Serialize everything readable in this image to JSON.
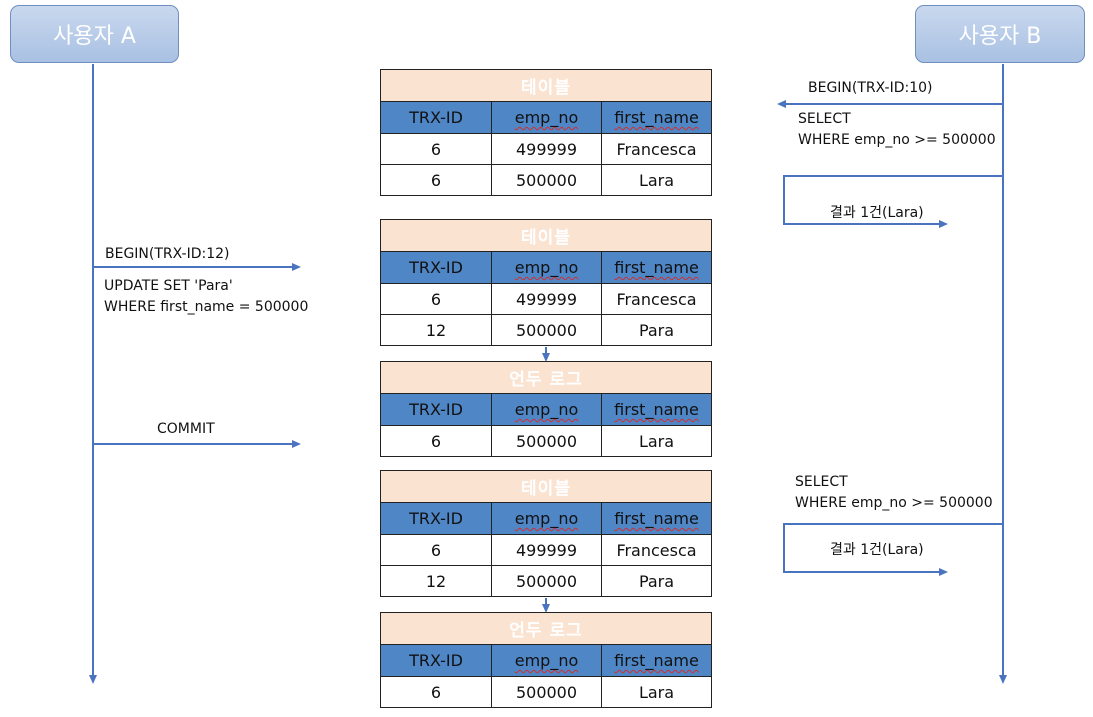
{
  "actors": {
    "a": "사용자 A",
    "b": "사용자 B"
  },
  "user_a_messages": {
    "begin": "BEGIN(TRX-ID:12)",
    "update_line1": "UPDATE SET 'Para'",
    "update_line2": "WHERE first_name = 500000",
    "commit": "COMMIT"
  },
  "user_b_messages": {
    "begin": "BEGIN(TRX-ID:10)",
    "select1_line1": "SELECT",
    "select1_line2": "WHERE emp_no >= 500000",
    "result1": "결과 1건(Lara)",
    "select2_line1": "SELECT",
    "select2_line2": "WHERE emp_no >= 500000",
    "result2": "결과 1건(Lara)"
  },
  "columns": [
    "TRX-ID",
    "emp_no",
    "first_name"
  ],
  "tables": [
    {
      "title": "테이블",
      "rows": [
        [
          "6",
          "499999",
          "Francesca"
        ],
        [
          "6",
          "500000",
          "Lara"
        ]
      ]
    },
    {
      "title": "테이블",
      "rows": [
        [
          "6",
          "499999",
          "Francesca"
        ],
        [
          "12",
          "500000",
          "Para"
        ]
      ]
    },
    {
      "title": "언두 로그",
      "rows": [
        [
          "6",
          "500000",
          "Lara"
        ]
      ]
    },
    {
      "title": "테이블",
      "rows": [
        [
          "6",
          "499999",
          "Francesca"
        ],
        [
          "12",
          "500000",
          "Para"
        ]
      ]
    },
    {
      "title": "언두 로그",
      "rows": [
        [
          "6",
          "500000",
          "Lara"
        ]
      ]
    }
  ],
  "colors": {
    "line": "#4a74c0",
    "title_bg": "#fbe3d2",
    "header_bg": "#4f86c6",
    "actor_bg": "#b8cce8"
  }
}
